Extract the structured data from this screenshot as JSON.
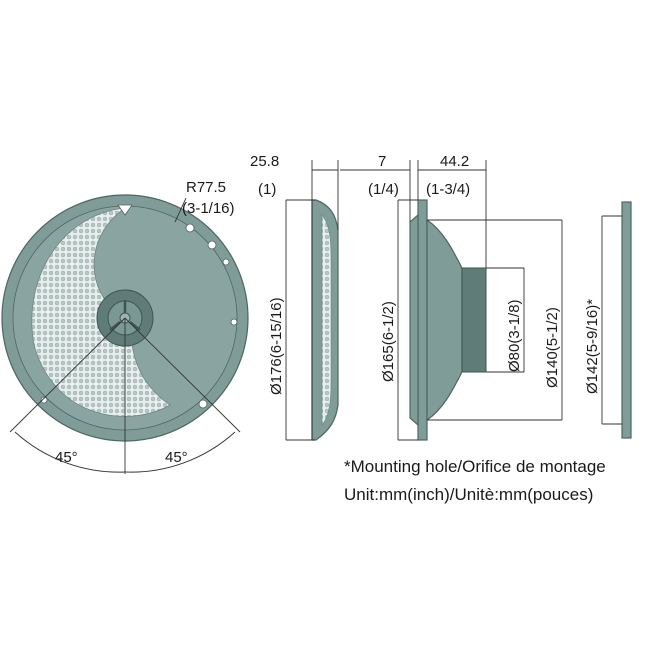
{
  "radius": {
    "mm": "R77.5",
    "inch": "(3-1/16)"
  },
  "angles": {
    "left": "45°",
    "right": "45°"
  },
  "depth_dims": {
    "grille": {
      "mm": "25.8",
      "inch": "(1)"
    },
    "flange": {
      "mm": "7",
      "inch": "(1/4)"
    },
    "body": {
      "mm": "44.2",
      "inch": "(1-3/4)"
    }
  },
  "diameters": {
    "outer": "Ø176(6-15/16)",
    "grille": "Ø165(6-1/2)",
    "magnet": "Ø80(3-1/8)",
    "basket": "Ø140(5-1/2)",
    "mounting": "Ø142(5-9/16)*"
  },
  "notes": {
    "mounting_hole": "*Mounting hole/Orifice de montage",
    "units": "Unit:mm(inch)/Unitè:mm(pouces)"
  },
  "colors": {
    "body": "#7f9c98",
    "outline": "#4d6663",
    "line": "#333333"
  }
}
